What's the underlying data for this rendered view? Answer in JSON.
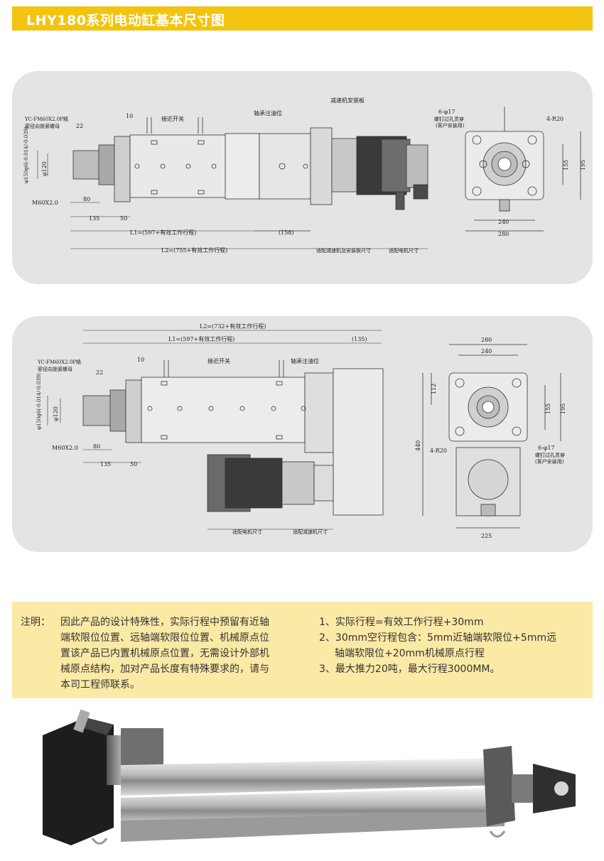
{
  "title": "LHY180系列电动缸基本尺寸图",
  "colors": {
    "title_bg": "#f2c40f",
    "panel_bg": "#e4e4e4",
    "note_bg": "#fbe9a6"
  },
  "panel1": {
    "labels": {
      "nut_1": "YC-FM60X2.0P精",
      "nut_2": "密径向锁紧螺母",
      "d10": "10",
      "d22": "22",
      "proximity": "接近开关",
      "bearing_oil": "轴承注油位",
      "reducer_plate": "减速机安装板",
      "phi150": "φ150g6(-0.014/-0.039)",
      "phi120": "φ120",
      "m60": "M60X2.0",
      "d80": "80",
      "d135": "135",
      "d50": "50",
      "l1": "L1=(597+有效工作行程)",
      "d158": "(158)",
      "l2": "L2=(755+有效工作行程)",
      "reducer_size": "适配减速机及安装板尺寸",
      "motor_size": "适配电机尺寸",
      "holes": "6-φ17",
      "holes_1": "螺钉过孔贯穿",
      "holes_2": "(客户安装用)",
      "r20": "4-R20",
      "d155": "155",
      "d195": "195",
      "d240": "240",
      "d280": "280"
    }
  },
  "panel2": {
    "labels": {
      "l2": "L2=(732+有效工作行程)",
      "l1": "L1=(597+有效工作行程)",
      "d135p": "(135)",
      "nut_1": "YC-FM60X2.0P精",
      "nut_2": "密径向锁紧螺母",
      "d10": "10",
      "d22": "22",
      "proximity": "接近开关",
      "bearing_oil": "轴承注油位",
      "phi150": "φ150g6(-0.014/-0.039)",
      "phi120": "φ120",
      "m60": "M60X2.0",
      "d80": "80",
      "d135": "135",
      "d50": "50",
      "motor_size": "适配电机尺寸",
      "reducer_size": "适配减速机尺寸",
      "d280": "280",
      "d240": "240",
      "d112": "112",
      "d155": "155",
      "d195": "195",
      "d440": "440",
      "r20": "4-R20",
      "holes": "6-φ17",
      "holes_1": "螺钉过孔贯穿",
      "holes_2": "(客户安装用)",
      "d225": "225"
    }
  },
  "note": {
    "head": "注明：",
    "left_lines": [
      "因此产品的设计特殊性，实际行程中预留有近轴",
      "端软限位位置、远轴端软限位位置、机械原点位",
      "置该产品已内置机械原点位置，无需设计外部机",
      "械原点结构，加对产品长度有特殊要求的，请与",
      "本司工程师联系。"
    ],
    "right_lines": [
      "1、实际行程=有效工作行程+30mm",
      "2、30mm空行程包含：5mm近轴端软限位+5mm远",
      "轴端软限位+20mm机械原点行程",
      "3、最大推力20吨，最大行程3000MM。"
    ]
  }
}
